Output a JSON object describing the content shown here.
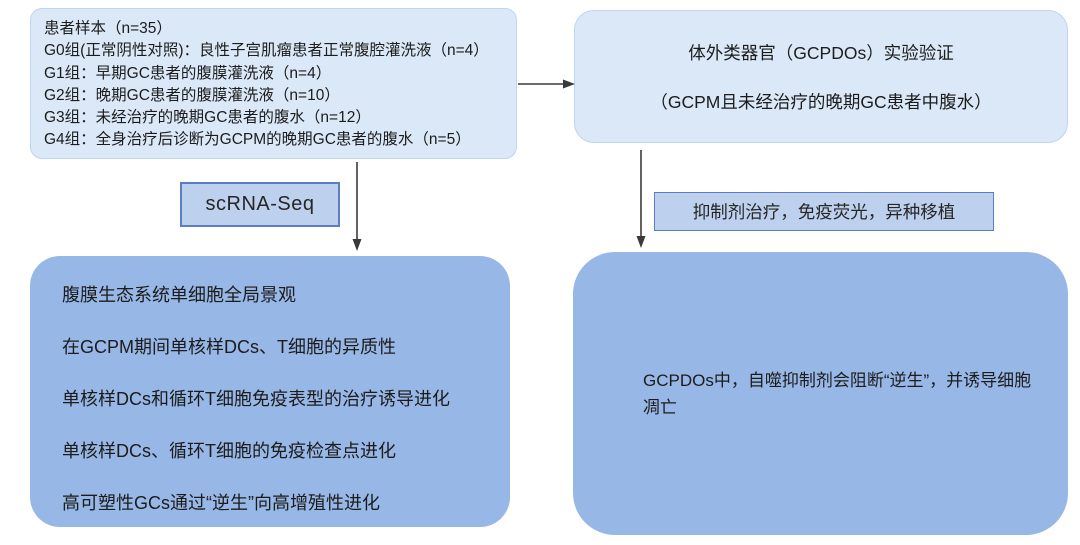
{
  "patient_box": {
    "lines": [
      "患者样本（n=35）",
      "G0组(正常阴性对照)：良性子宫肌瘤患者正常腹腔灌洗液（n=4）",
      "G1组：早期GC患者的腹膜灌洗液（n=4）",
      "G2组：晚期GC患者的腹膜灌洗液（n=10）",
      "G3组：未经治疗的晚期GC患者的腹水（n=12）",
      "G4组：全身治疗后诊断为GCPM的晚期GC患者的腹水（n=5）"
    ]
  },
  "organoid_box": {
    "line1": "体外类器官（GCPDOs）实验验证",
    "line2": "（GCPM且未经治疗的晚期GC患者中腹水）"
  },
  "labels": {
    "scrna": "scRNA-Seq",
    "treatment": "抑制剂治疗，免疫荧光，异种移植"
  },
  "results_left": {
    "lines": [
      "腹膜生态系统单细胞全局景观",
      "在GCPM期间单核样DCs、T细胞的异质性",
      "单核样DCs和循环T细胞免疫表型的治疗诱导进化",
      "单核样DCs、循环T细胞的免疫检查点进化",
      "高可塑性GCs通过“逆生”向高增殖性进化"
    ]
  },
  "results_right": {
    "text": "GCPDOs中，自噬抑制剂会阻断“逆生”，并诱导细胞凋亡"
  },
  "colors": {
    "light_box_fill": "#dbe8f7",
    "light_box_border": "#bfd5ef",
    "label_fill": "#bdd1ee",
    "label_border": "#5b7ec1",
    "dark_box_fill": "#97b7e6",
    "arrow": "#3a3a3a",
    "text": "#1c1c1c"
  }
}
